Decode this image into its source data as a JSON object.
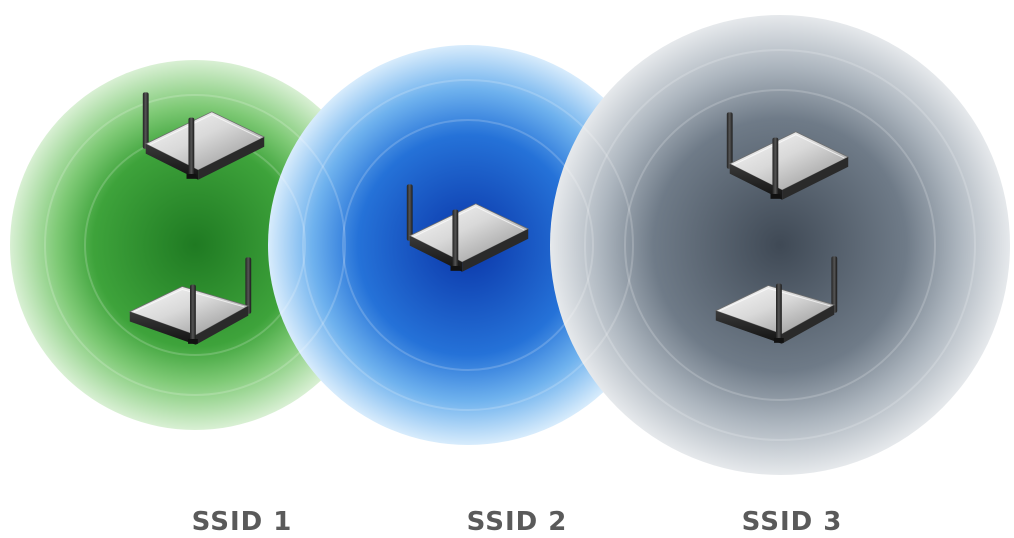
{
  "networks": [
    {
      "label": "SSID 1",
      "color_outer": "#d6efd0",
      "color_mid": "#a9dca0",
      "color_inner": "#5dbb57",
      "color_core": "#2e8b2e",
      "access_points": 2
    },
    {
      "label": "SSID 2",
      "color_outer": "#d5eafb",
      "color_mid": "#8cc8f3",
      "color_inner": "#3b8fe0",
      "color_core": "#0f43b4",
      "access_points": 1
    },
    {
      "label": "SSID 3",
      "color_outer": "#e3e6ea",
      "color_mid": "#c3cad1",
      "color_inner": "#8d98a4",
      "color_core": "#4f5a66",
      "access_points": 2
    }
  ],
  "icons": {
    "access_point": "wireless-access-point-icon"
  }
}
